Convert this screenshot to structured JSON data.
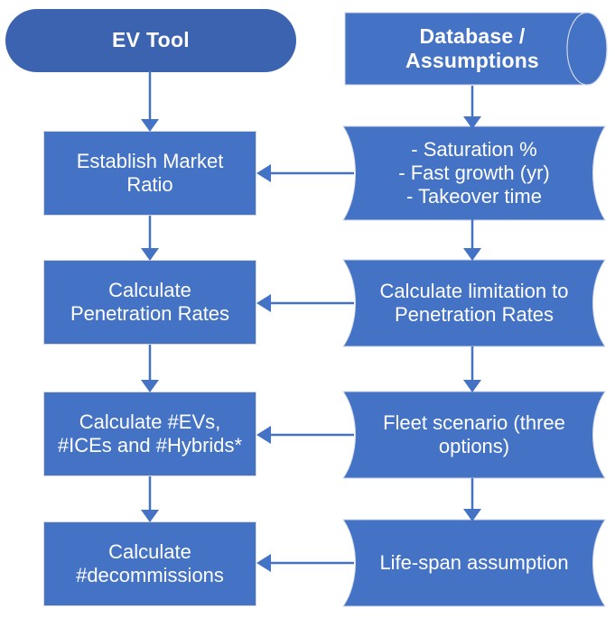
{
  "diagram": {
    "title": "EV Tool model flow",
    "colors": {
      "box_fill": "#4472C4",
      "stadium_fill": "#3C63AF",
      "arrow": "#4472C4",
      "text": "#FFFFFF",
      "background": "#FFFFFF",
      "border": "#D6D6D6"
    },
    "columns": {
      "left_header": "EV Tool",
      "right_header": "Database / Assumptions"
    },
    "left_nodes": [
      {
        "id": "ev-tool",
        "label": "EV Tool",
        "shape": "stadium"
      },
      {
        "id": "establish-market",
        "label": "Establish Market\nRatio",
        "shape": "rectangle"
      },
      {
        "id": "calc-penetration",
        "label": "Calculate\nPenetration Rates",
        "shape": "rectangle"
      },
      {
        "id": "calc-vehicles",
        "label": "Calculate #EVs,\n#ICEs and #Hybrids*",
        "shape": "rectangle"
      },
      {
        "id": "calc-decommissions",
        "label": "Calculate\n#decommissions",
        "shape": "rectangle"
      }
    ],
    "right_nodes": [
      {
        "id": "database",
        "label": "Database / Assumptions",
        "shape": "cylinder"
      },
      {
        "id": "assumptions-list",
        "label": "- Saturation  %\n- Fast growth (yr)\n- Takeover time",
        "shape": "flag"
      },
      {
        "id": "limitation",
        "label": "Calculate limitation to\nPenetration Rates",
        "shape": "flag"
      },
      {
        "id": "fleet-scenario",
        "label": "Fleet scenario (three\noptions)",
        "shape": "flag"
      },
      {
        "id": "life-span",
        "label": "Life-span assumption",
        "shape": "flag"
      }
    ],
    "connectors": [
      {
        "id": "ev-tool-to-establish",
        "from": "ev-tool",
        "to": "establish-market",
        "direction": "down"
      },
      {
        "id": "establish-to-penetration",
        "from": "establish-market",
        "to": "calc-penetration",
        "direction": "down"
      },
      {
        "id": "penetration-to-vehicles",
        "from": "calc-penetration",
        "to": "calc-vehicles",
        "direction": "down"
      },
      {
        "id": "vehicles-to-decommissions",
        "from": "calc-vehicles",
        "to": "calc-decommissions",
        "direction": "down"
      },
      {
        "id": "database-to-assumptions",
        "from": "database",
        "to": "assumptions-list",
        "direction": "down"
      },
      {
        "id": "assumptions-to-limitation",
        "from": "assumptions-list",
        "to": "limitation",
        "direction": "down"
      },
      {
        "id": "limitation-to-fleet",
        "from": "limitation",
        "to": "fleet-scenario",
        "direction": "down"
      },
      {
        "id": "fleet-to-lifespan",
        "from": "fleet-scenario",
        "to": "life-span",
        "direction": "down"
      },
      {
        "id": "assumptions-to-establish",
        "from": "assumptions-list",
        "to": "establish-market",
        "direction": "left"
      },
      {
        "id": "limitation-to-penetration",
        "from": "limitation",
        "to": "calc-penetration",
        "direction": "left"
      },
      {
        "id": "fleet-to-vehicles",
        "from": "fleet-scenario",
        "to": "calc-vehicles",
        "direction": "left"
      },
      {
        "id": "lifespan-to-decommissions",
        "from": "life-span",
        "to": "calc-decommissions",
        "direction": "left"
      }
    ]
  }
}
